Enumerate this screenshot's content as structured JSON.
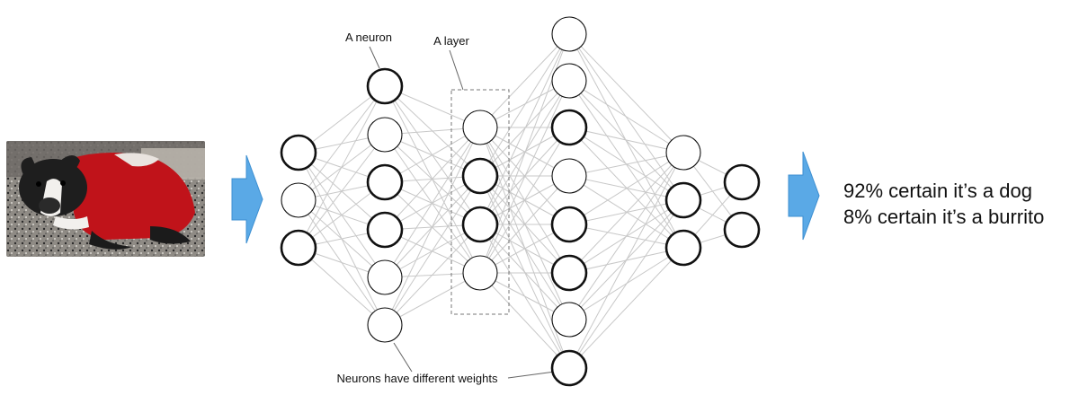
{
  "annotations": {
    "neuron_label": "A neuron",
    "layer_label": "A layer",
    "weights_label": "Neurons have different weights"
  },
  "input": {
    "image_subject": "dog wearing red sweater (photo)"
  },
  "network": {
    "layer_sizes": [
      3,
      6,
      4,
      8,
      3,
      2
    ],
    "neuron_emphasis": [
      [
        true,
        false,
        true
      ],
      [
        true,
        false,
        true,
        true,
        false,
        false
      ],
      [
        false,
        true,
        true,
        false
      ],
      [
        false,
        false,
        true,
        false,
        true,
        true,
        false,
        true
      ],
      [
        false,
        true,
        true
      ],
      [
        true,
        true
      ]
    ],
    "colors": {
      "edge": "#c8c8c8",
      "neuron_stroke": "#111111",
      "arrow": "#5aa9e6"
    }
  },
  "output": {
    "line1": "92% certain it’s a dog",
    "line2": "8% certain it’s a burrito"
  }
}
